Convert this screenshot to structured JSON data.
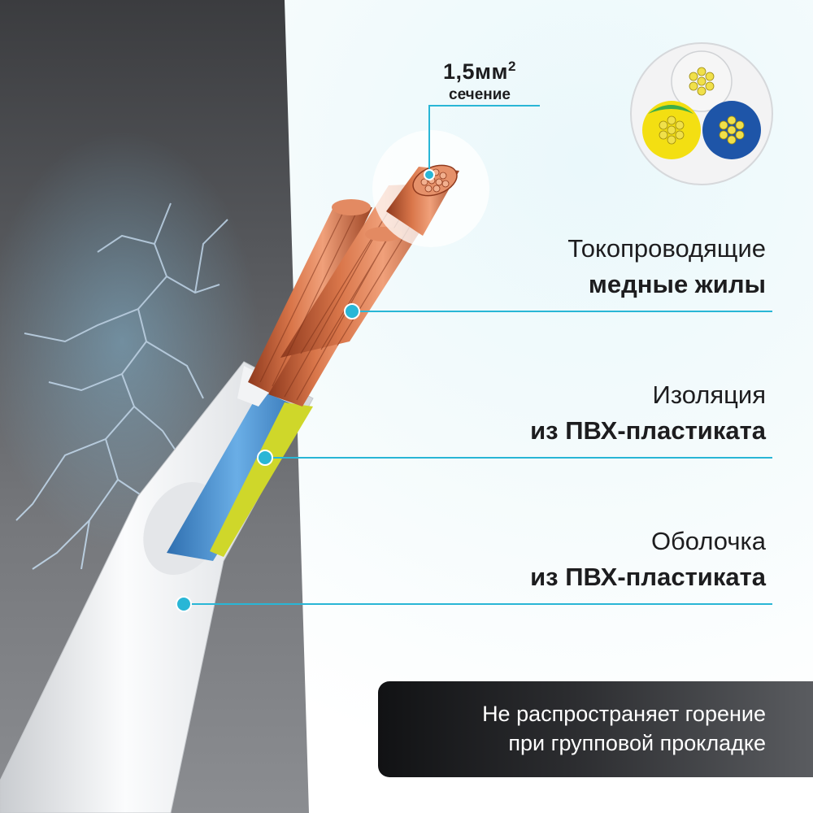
{
  "cross_section": {
    "size_value": "1,5мм",
    "size_superscript": "2",
    "size_caption": "сечение",
    "core_colors": [
      "#f6f6f6",
      "#1e55a8",
      "#f3df12"
    ]
  },
  "callouts": [
    {
      "line1": "Токопроводящие",
      "line2": "медные жилы"
    },
    {
      "line1": "Изоляция",
      "line2": "из ПВХ-пластиката"
    },
    {
      "line1": "Оболочка",
      "line2": "из ПВХ-пластиката"
    }
  ],
  "banner": {
    "line1": "Не распространяет горение",
    "line2": "при групповой прокладке"
  },
  "colors": {
    "accent_line": "#29b6d6",
    "copper": "#c8633e",
    "sheath": "#eef0f2",
    "blue_insulation": "#4b93d3",
    "earth_yellow": "#d8dc2a"
  }
}
